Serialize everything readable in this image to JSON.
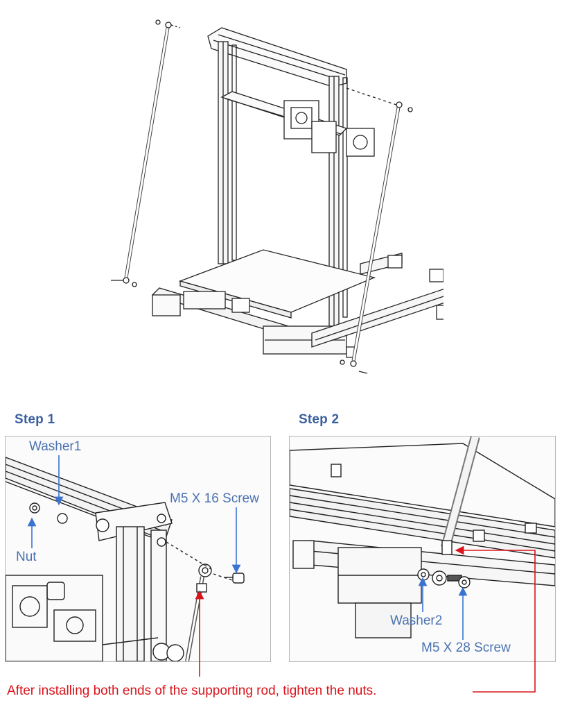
{
  "colors": {
    "step_title": "#3a5f9e",
    "callout": "#4a72b0",
    "arrow": "#3a73d0",
    "note": "#d9141b",
    "drawing": "#222222"
  },
  "step1": {
    "title": "Step 1",
    "callouts": {
      "washer": "Washer1",
      "nut": "Nut",
      "screw": "M5 X 16 Screw"
    }
  },
  "step2": {
    "title": "Step 2",
    "callouts": {
      "washer": "Washer2",
      "screw": "M5 X 28 Screw"
    }
  },
  "note": "After installing both ends of the supporting rod, tighten the nuts."
}
